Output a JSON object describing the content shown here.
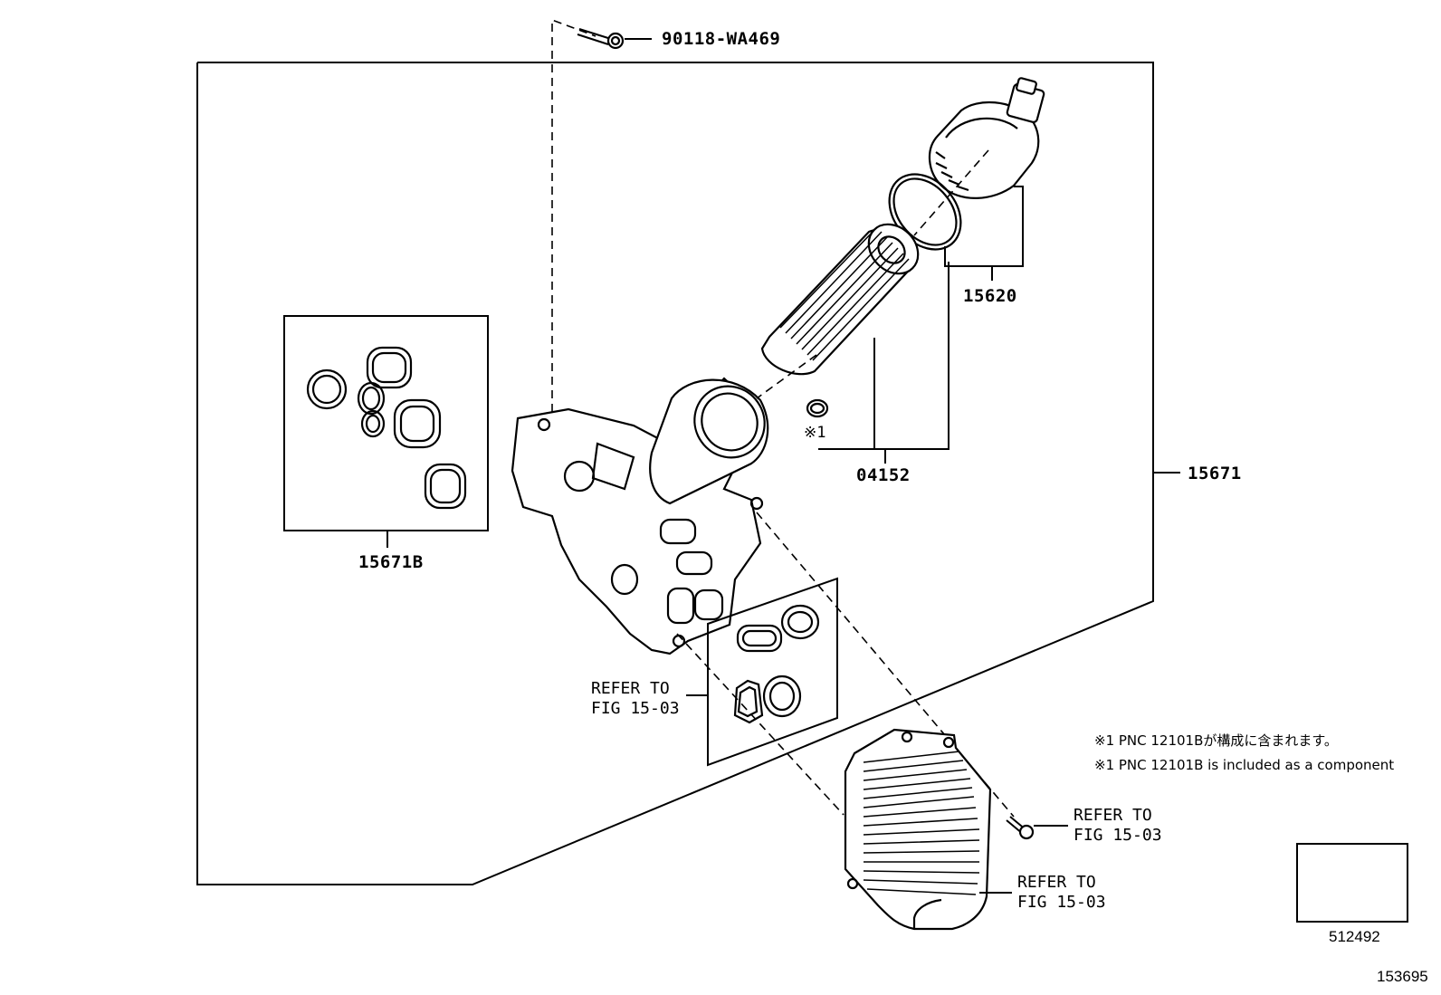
{
  "parts": {
    "bolt_top": "90118-WA469",
    "cap": "15620",
    "kit": "04152",
    "housing": "15671",
    "gasket_set": "15671B",
    "marker": "※1"
  },
  "refs": {
    "center": [
      "REFER TO",
      "FIG 15-03"
    ],
    "bolt_right": [
      "REFER TO",
      "FIG 15-03"
    ],
    "cooler": [
      "REFER TO",
      "FIG 15-03"
    ]
  },
  "notes": {
    "jp": "※1 PNC 12101Bが構成に含まれます。",
    "en": "※1 PNC 12101B is included as a component"
  },
  "ids": {
    "legend_box": "512492",
    "figure": "153695"
  }
}
